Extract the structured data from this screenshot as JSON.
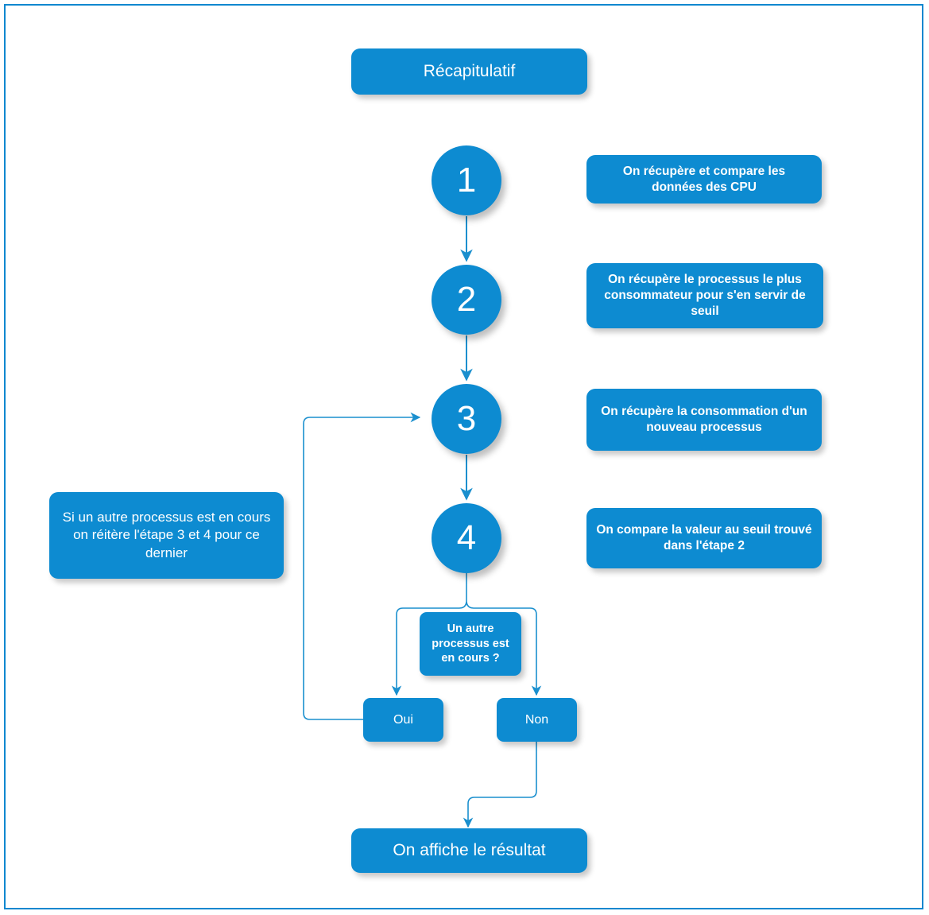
{
  "page": {
    "title": "Récapitulatif",
    "accent_color": "#0D8BD1",
    "frame_color": "#0D87CF",
    "edge_color": "#1A8FCE",
    "background": "#FFFFFF",
    "text_color": "#FFFFFF"
  },
  "diagram": {
    "type": "flowchart",
    "title_node": {
      "label": "Récapitulatif"
    },
    "steps": [
      {
        "number": "1",
        "note": "On récupère et compare les données des CPU"
      },
      {
        "number": "2",
        "note": "On récupère le processus le plus consommateur pour s'en servir de seuil"
      },
      {
        "number": "3",
        "note": "On récupère la consommation d'un nouveau processus"
      },
      {
        "number": "4",
        "note": "On compare la valeur au seuil trouvé dans l'étape 2"
      }
    ],
    "left_note": "Si un autre processus est en cours on réitère l'étape 3 et 4 pour ce dernier",
    "decision": {
      "label": "Un autre processus est en cours ?"
    },
    "branches": [
      {
        "label": "Oui"
      },
      {
        "label": "Non"
      }
    ],
    "result": {
      "label": "On affiche le résultat"
    }
  }
}
